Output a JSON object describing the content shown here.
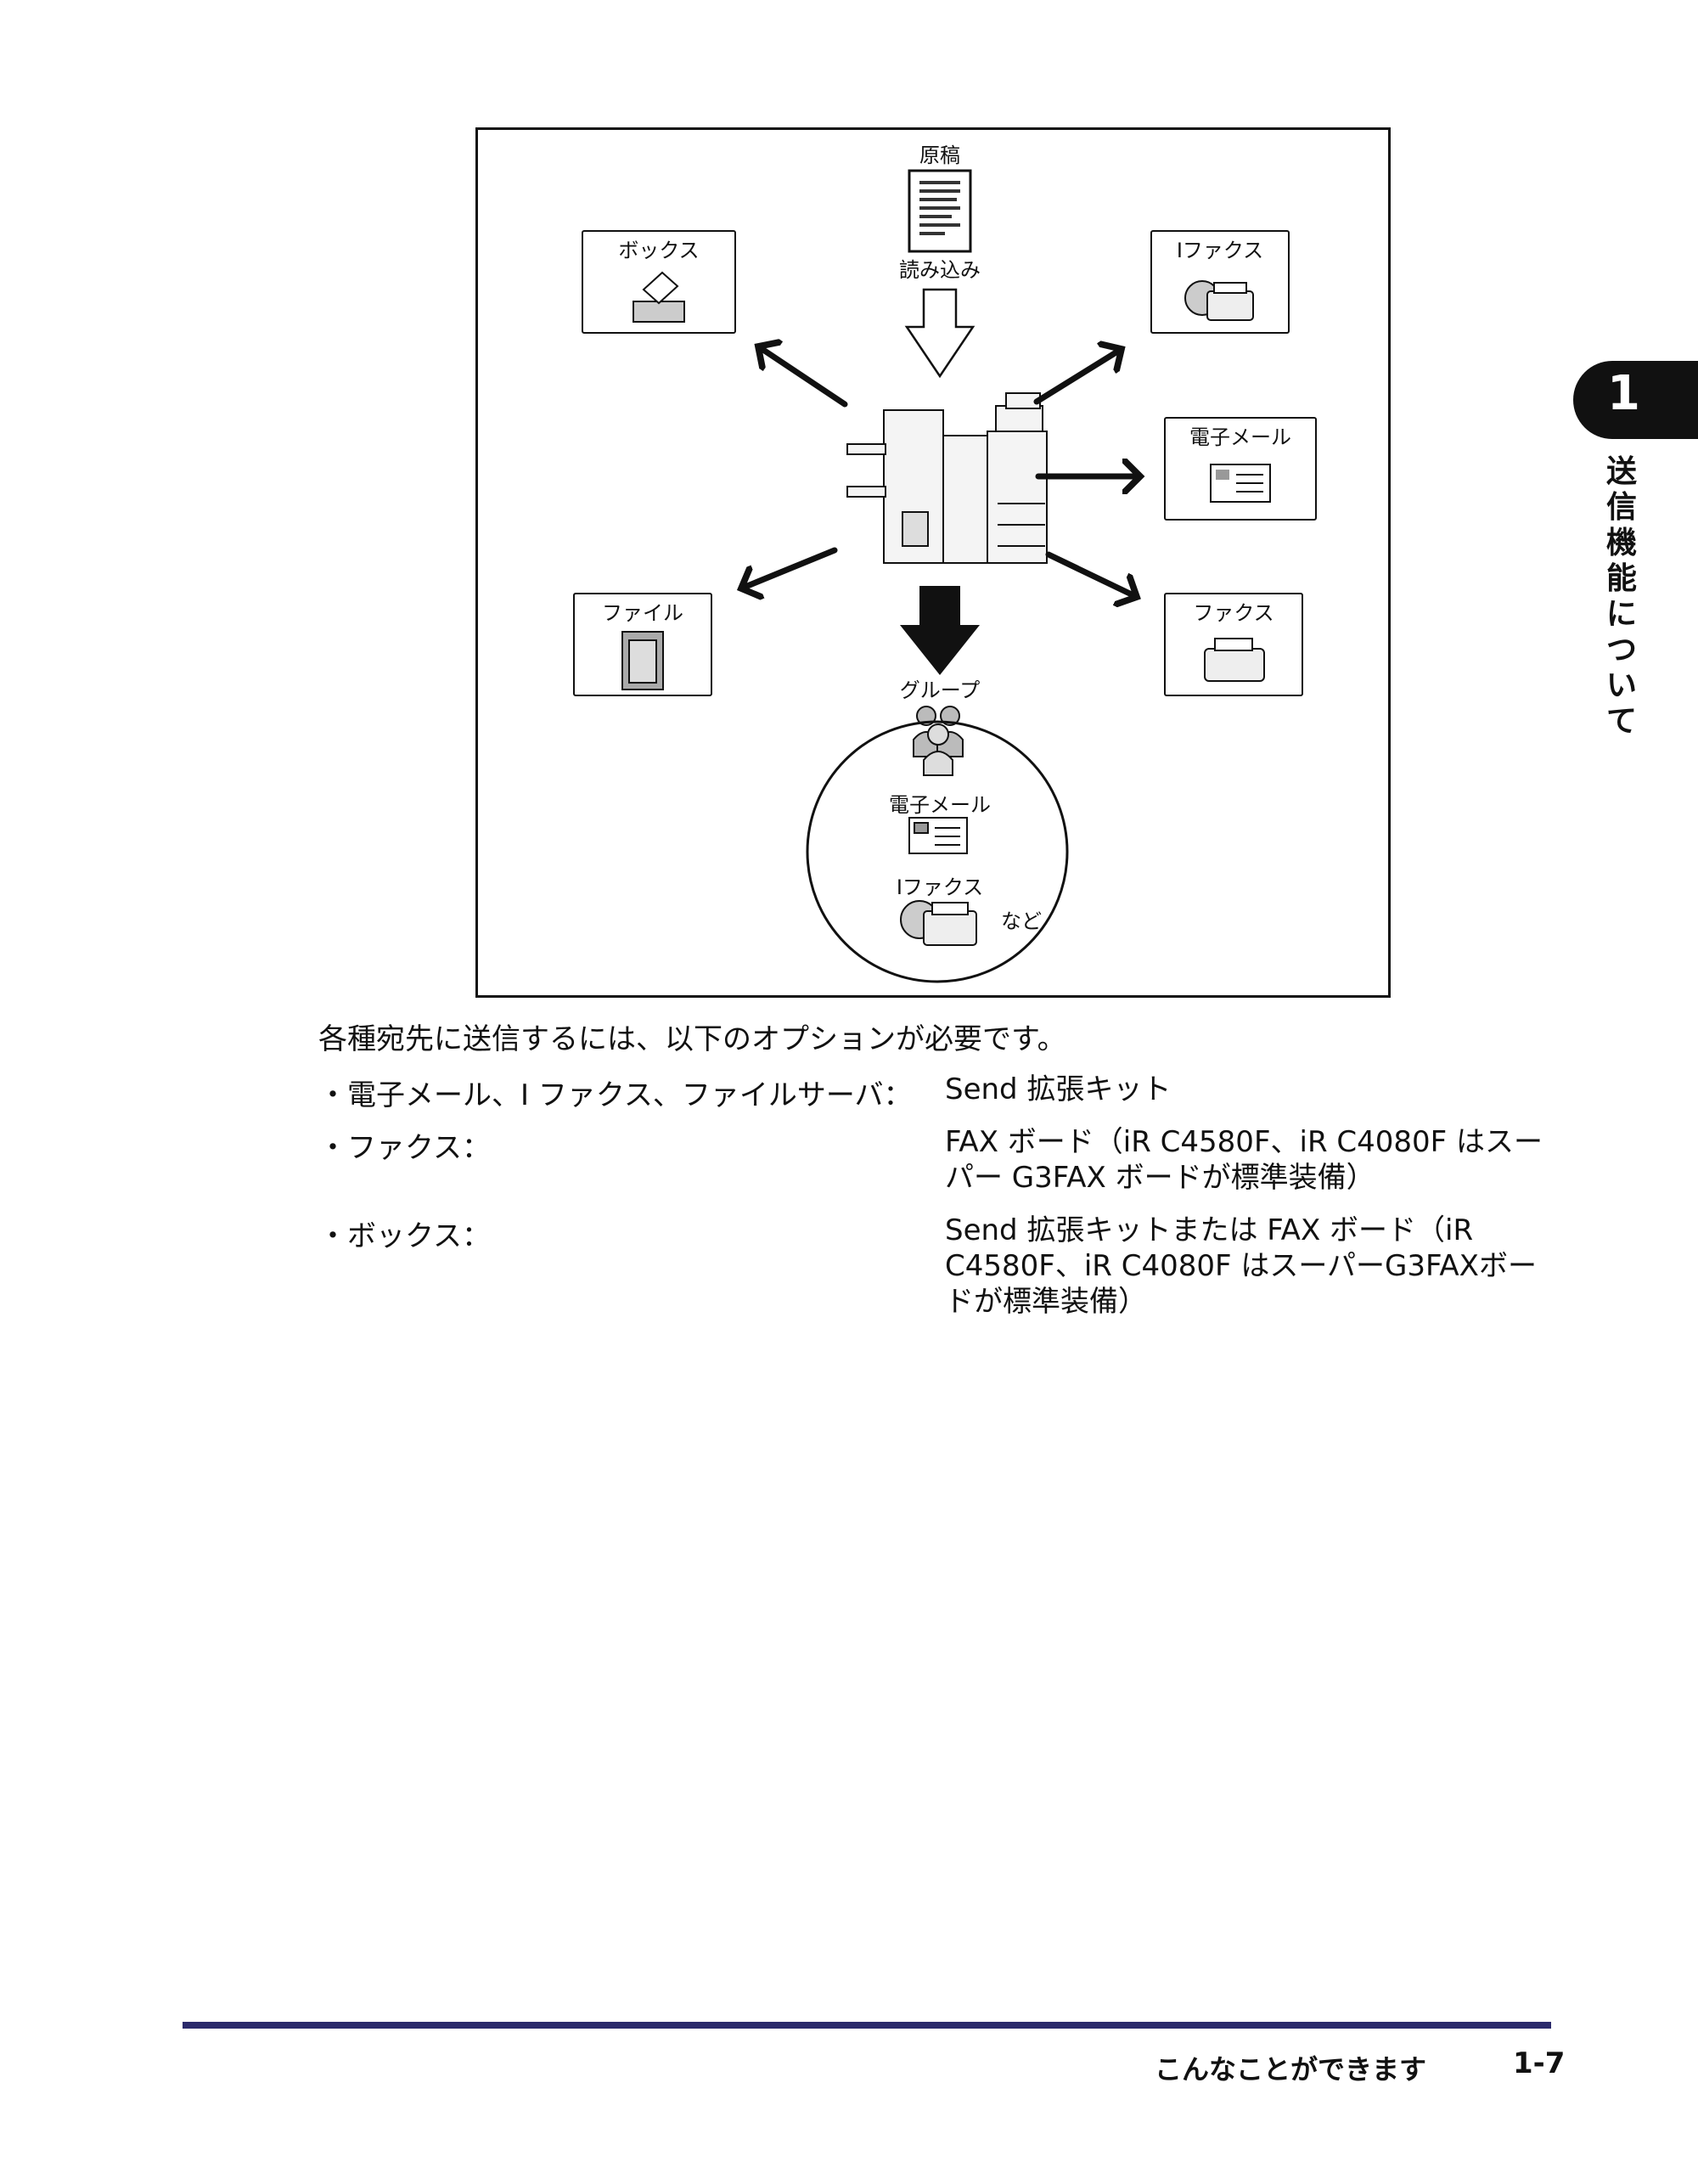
{
  "diagram": {
    "original_label": "原稿",
    "scan_label": "読み込み",
    "box_label": "ボックス",
    "ifax_label": "Iファクス",
    "email_label": "電子メール",
    "file_label": "ファイル",
    "fax_label": "ファクス",
    "group_label": "グループ",
    "group_email_label": "電子メール",
    "group_ifax_label": "Iファクス",
    "group_etc_label": "など"
  },
  "body": {
    "intro": "各種宛先に送信するには、以下のオプションが必要です。",
    "requirements": [
      {
        "item": "・電子メール、I ファクス、ファイルサーバ：",
        "lines": [
          "Send 拡張キット"
        ]
      },
      {
        "item": "・ファクス：",
        "lines": [
          "FAX ボード（iR C4580F、iR C4080F はスー",
          "パー G3FAX ボードが標準装備）"
        ]
      },
      {
        "item": "・ボックス：",
        "lines": [
          "Send 拡張キットまたは FAX ボード（iR",
          "C4580F、iR C4080F はスーパーG3FAXボー",
          "ドが標準装備）"
        ]
      }
    ]
  },
  "side": {
    "chapter_number": "1",
    "chapter_title": [
      "送",
      "信",
      "機",
      "能",
      "に",
      "つ",
      "い",
      "て"
    ]
  },
  "footer": {
    "section": "こんなことができます",
    "page": "1-7"
  },
  "colors": {
    "footer_rule": "#2b2a6b",
    "tab": "#111111"
  }
}
